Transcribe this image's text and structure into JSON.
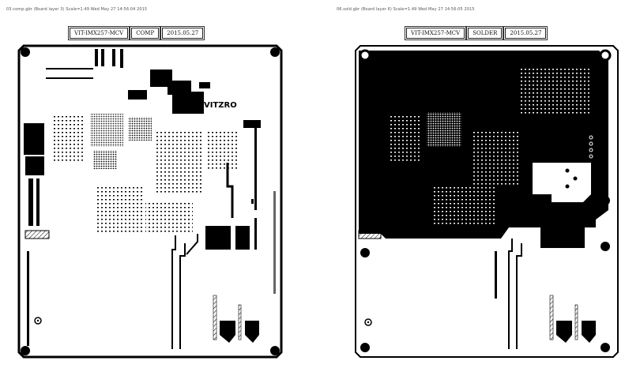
{
  "panels": [
    {
      "caption": "03.comp.gbr (Board layer 3) Scale=1.49  Wed May 27 14:56:04 2015",
      "title_block": {
        "board": "VIT-IMX257-MCV",
        "layer": "COMP",
        "date": "2015.05.27"
      },
      "logo_text": "VITZRO"
    },
    {
      "caption": "06.sold.gbr (Board layer 6) Scale=1.49  Wed May 27 14:56:05 2015",
      "title_block": {
        "board": "VIT-IMX257-MCV",
        "layer": "SOLDER",
        "date": "2015.05.27"
      }
    }
  ],
  "colors": {
    "copper": "#000000",
    "substrate": "#ffffff",
    "text": "#111111"
  }
}
